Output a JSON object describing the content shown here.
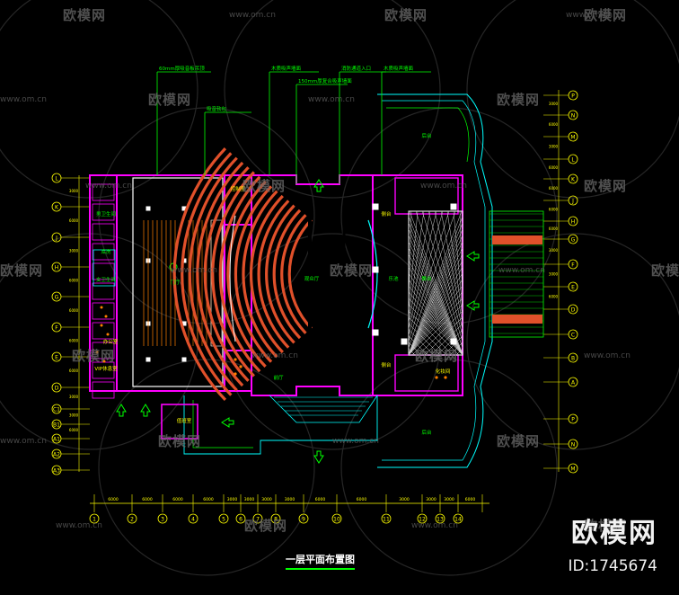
{
  "drawing_title": "一层平面布置图",
  "brand": {
    "name": "欧模网",
    "id": "ID:1745674"
  },
  "watermark": {
    "name": "欧模网",
    "url": "www.om.cn"
  },
  "callouts": {
    "c1": "60mm厚吸音板吊顶",
    "c2": "木质吸声墙面",
    "c3": "消防通道入口",
    "c4": "木质吸声墙面",
    "c5": "吸音软包",
    "c6": "150mm厚复合吸声墙面"
  },
  "rooms": {
    "lounge": "门厅",
    "backstage_n": "后台",
    "backstage_s": "后台",
    "audience": "观众厅",
    "stage": "舞台",
    "orchestra": "乐池",
    "side_stage_n": "侧台",
    "side_stage_s": "侧台",
    "toilet_m": "男卫生间",
    "toilet_f": "女卫生间",
    "storage": "库房",
    "vip": "VIP休息室",
    "office": "办公室",
    "control": "控制室",
    "makeup": "化妆间",
    "duty": "值班室",
    "lobby": "前厅"
  },
  "bottom_axes": [
    "1",
    "2",
    "3",
    "4",
    "5",
    "6",
    "7",
    "8",
    "9",
    "10",
    "11",
    "12",
    "13",
    "14"
  ],
  "bottom_dims": [
    "6000",
    "6000",
    "6000",
    "6000",
    "3000",
    "3000",
    "3000",
    "3000",
    "6000",
    "6000",
    "3000",
    "3000",
    "3000",
    "6000"
  ],
  "left_axes": [
    "L",
    "K",
    "J",
    "H",
    "G",
    "F",
    "E",
    "D",
    "C1",
    "B1",
    "A1",
    "A2",
    "A3"
  ],
  "right_axes": [
    "P",
    "N",
    "M",
    "L",
    "K",
    "J",
    "H",
    "G",
    "F",
    "E",
    "D",
    "C",
    "B",
    "A"
  ],
  "side_dims": [
    "3000",
    "6000",
    "3000",
    "6000",
    "6000",
    "6000",
    "6000",
    "3000",
    "3000",
    "6000"
  ],
  "colors": {
    "wall": "#ff00ff",
    "leader": "#00ff00",
    "cyan": "#00ffff",
    "yellow": "#ffff00",
    "seat": "#e0502a",
    "orange": "#ff8000",
    "white": "#ffffff"
  }
}
